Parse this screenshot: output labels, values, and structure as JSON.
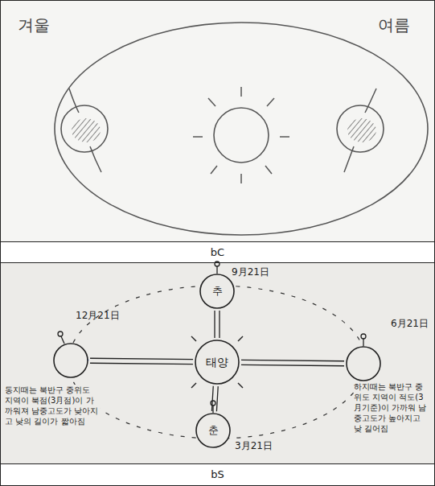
{
  "diagram": {
    "nodes": [
      {
        "text": [
          "겨울"
        ]
      },
      {
        "text": [
          "여름"
        ]
      },
      {
        "text": [
          "9月21日",
          "추"
        ]
      },
      {
        "text": [
          "12月21日"
        ]
      },
      {
        "text": [
          "태양"
        ]
      },
      {
        "text": [
          "6月21日"
        ]
      },
      {
        "text": [
          "춘",
          "3月21日"
        ]
      }
    ],
    "edges": [
      {
        "from": 4,
        "to": 2,
        "arrow": "none"
      },
      {
        "from": 4,
        "to": 3,
        "arrow": "none"
      },
      {
        "from": 4,
        "to": 5,
        "arrow": "none"
      },
      {
        "from": 4,
        "to": 6,
        "arrow": "none"
      }
    ],
    "labels": [
      "bC",
      "동지때는 북반구 중위도 지역이 북점(3月점)이 가까워져 남중고도가 낮아지고 낮의 길이가 짧아짐",
      "하지때는 북반구 중위도 지역이 적도(3月기준)이 가까워 남중고도가 높아지고 낮 길어짐",
      "bS"
    ]
  }
}
